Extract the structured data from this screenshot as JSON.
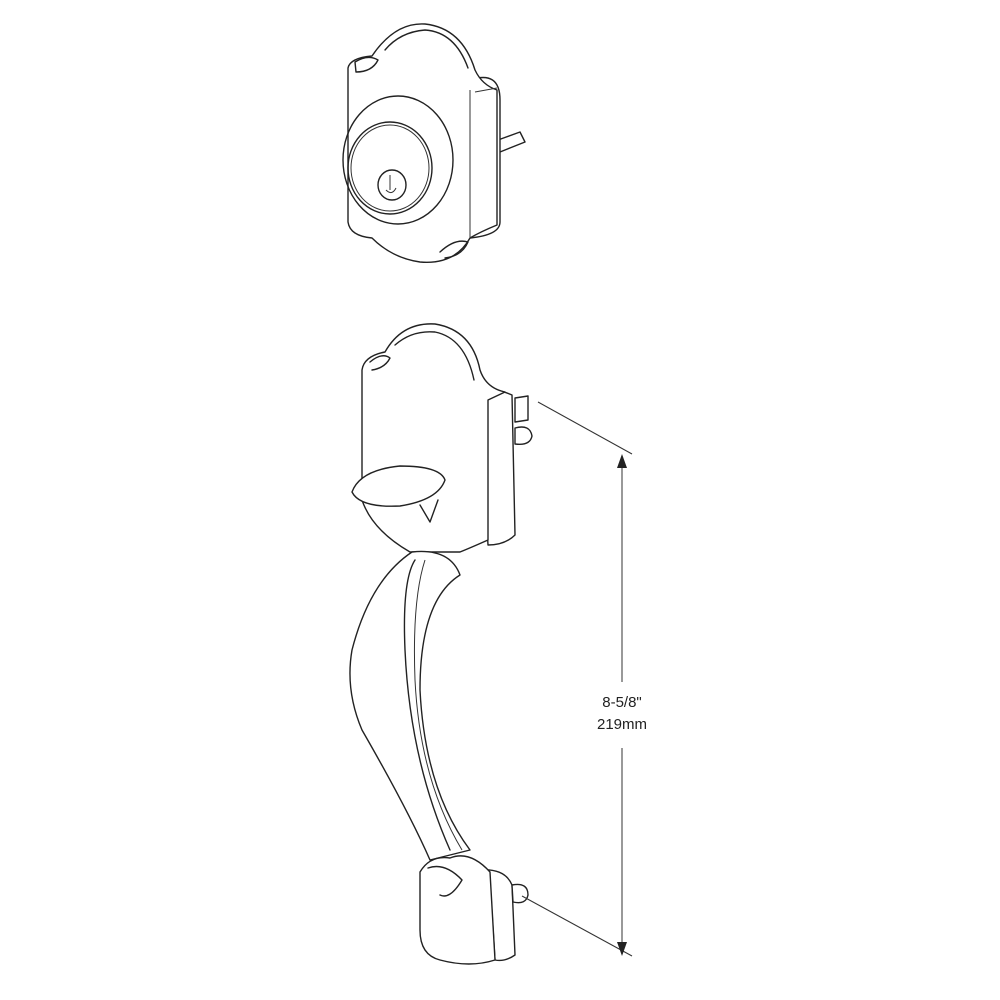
{
  "diagram": {
    "subject": "deadbolt-and-handleset",
    "dimension": {
      "imperial": "8-5/8\"",
      "metric": "219mm"
    },
    "line_color": "#222222",
    "background": "#ffffff"
  }
}
